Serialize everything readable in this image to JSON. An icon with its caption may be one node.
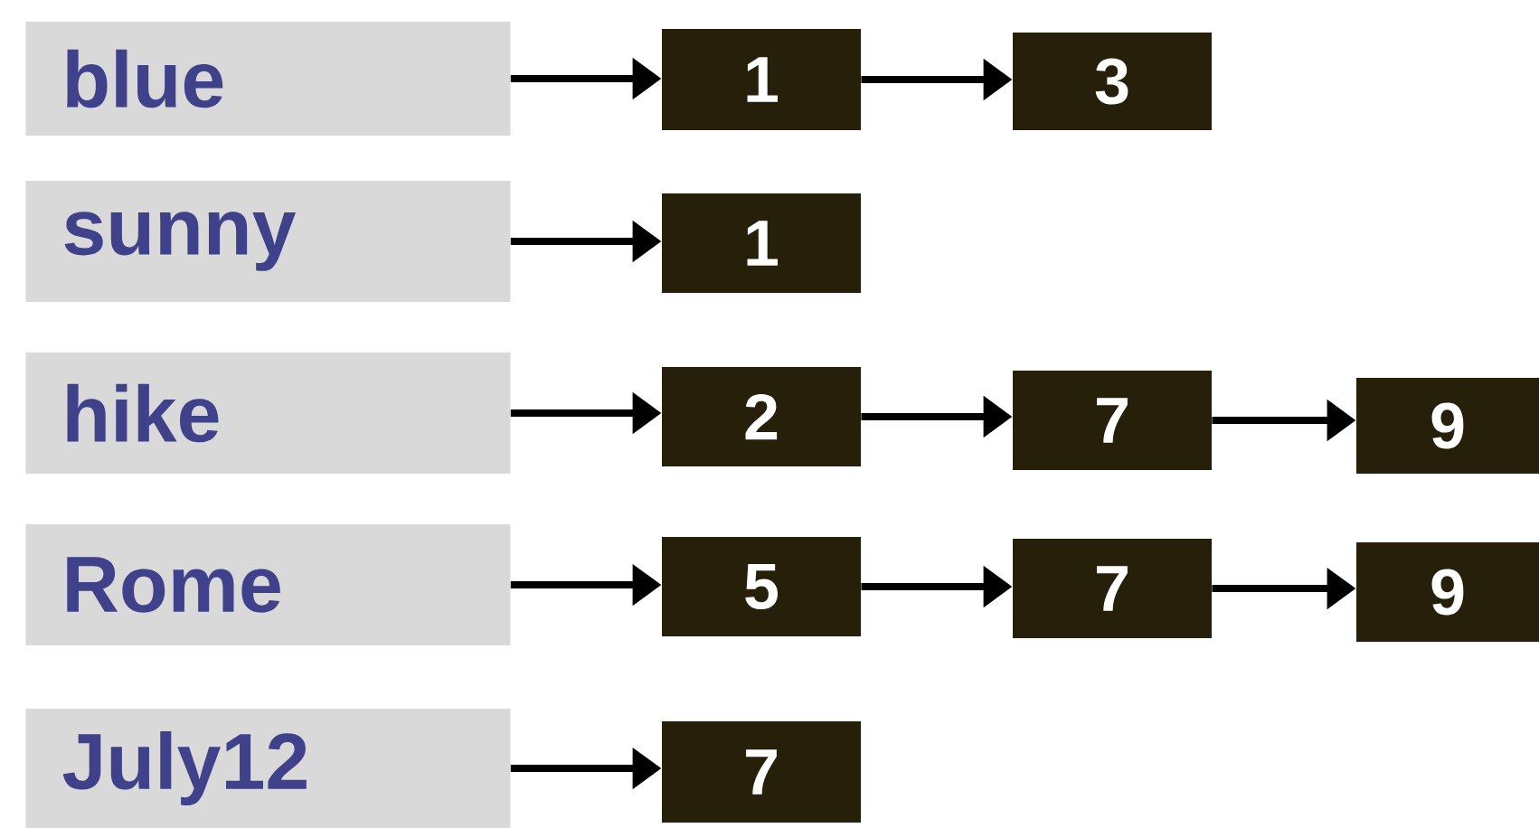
{
  "diagram": {
    "nodes": [
      {
        "text": [
          "blue"
        ]
      },
      {
        "text": [
          "1"
        ]
      },
      {
        "text": [
          "3"
        ]
      },
      {
        "text": [
          "sunny"
        ]
      },
      {
        "text": [
          "1"
        ]
      },
      {
        "text": [
          "hike"
        ]
      },
      {
        "text": [
          "2"
        ]
      },
      {
        "text": [
          "7"
        ]
      },
      {
        "text": [
          "9"
        ]
      },
      {
        "text": [
          "Rome"
        ]
      },
      {
        "text": [
          "5"
        ]
      },
      {
        "text": [
          "7"
        ]
      },
      {
        "text": [
          "9"
        ]
      },
      {
        "text": [
          "July12"
        ]
      },
      {
        "text": [
          "7"
        ]
      }
    ],
    "edges": [
      {
        "from": 0,
        "to": 1,
        "arrow": "to"
      },
      {
        "from": 1,
        "to": 2,
        "arrow": "to"
      },
      {
        "from": 3,
        "to": 4,
        "arrow": "to"
      },
      {
        "from": 5,
        "to": 6,
        "arrow": "to"
      },
      {
        "from": 6,
        "to": 7,
        "arrow": "to"
      },
      {
        "from": 7,
        "to": 8,
        "arrow": "to"
      },
      {
        "from": 9,
        "to": 10,
        "arrow": "to"
      },
      {
        "from": 10,
        "to": 11,
        "arrow": "to"
      },
      {
        "from": 11,
        "to": 12,
        "arrow": "to"
      },
      {
        "from": 13,
        "to": 14,
        "arrow": "to"
      }
    ]
  }
}
